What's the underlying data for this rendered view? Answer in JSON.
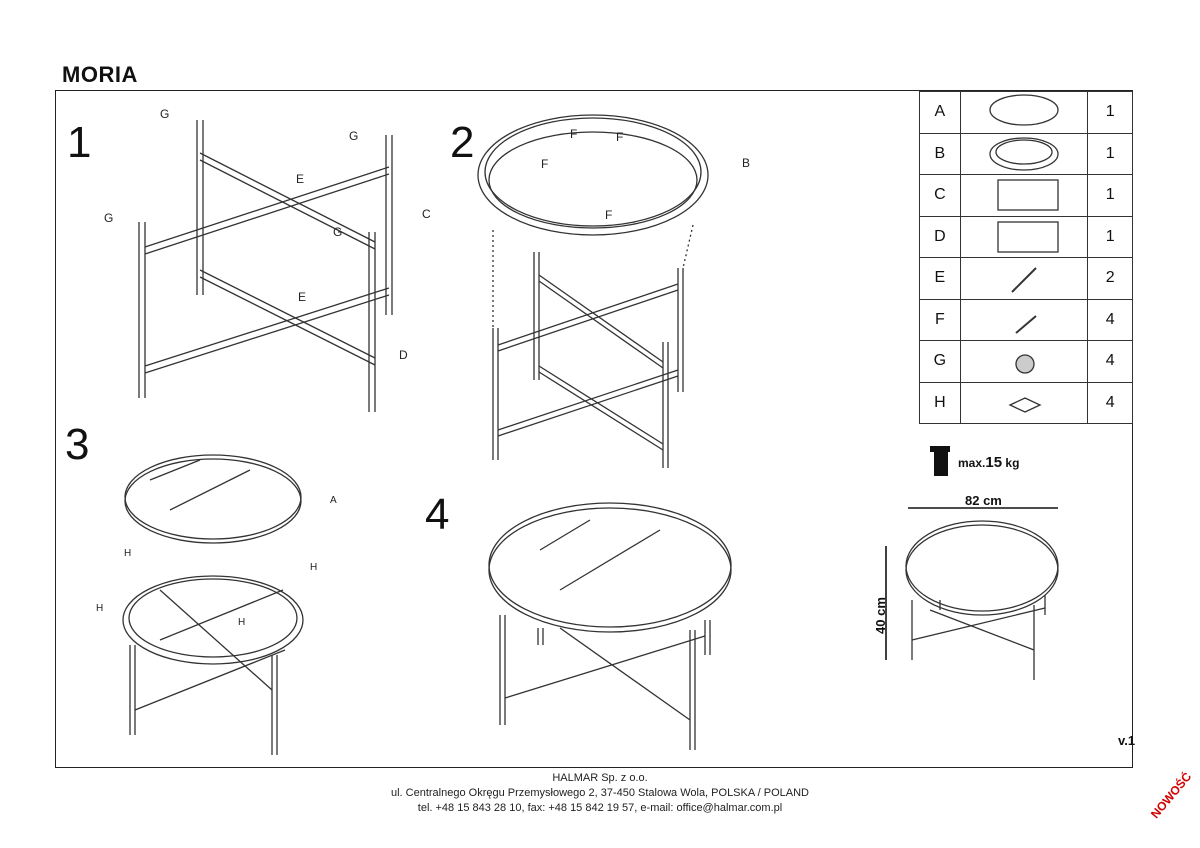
{
  "title": "MORIA",
  "steps": [
    "1",
    "2",
    "3",
    "4"
  ],
  "callouts": {
    "g": "G",
    "e": "E",
    "c": "C",
    "d": "D",
    "b": "B",
    "f": "F",
    "a": "A",
    "h": "H"
  },
  "parts": [
    {
      "letter": "A",
      "icon": "glass-top-icon",
      "qty": "1"
    },
    {
      "letter": "B",
      "icon": "tray-ring-icon",
      "qty": "1"
    },
    {
      "letter": "C",
      "icon": "frame-c-icon",
      "qty": "1"
    },
    {
      "letter": "D",
      "icon": "frame-d-icon",
      "qty": "1"
    },
    {
      "letter": "E",
      "icon": "screw-long-icon",
      "qty": "2"
    },
    {
      "letter": "F",
      "icon": "screw-short-icon",
      "qty": "4"
    },
    {
      "letter": "G",
      "icon": "foot-cap-icon",
      "qty": "4"
    },
    {
      "letter": "H",
      "icon": "pad-icon",
      "qty": "4"
    }
  ],
  "max_load": {
    "prefix": "max.",
    "value": "15",
    "unit": "kg"
  },
  "dimensions": {
    "width": "82 cm",
    "height": "40 cm"
  },
  "version": "v.1",
  "footer": {
    "company": "HALMAR Sp. z o.o.",
    "address": "ul. Centralnego Okręgu Przemysłowego 2, 37-450 Stalowa Wola, POLSKA / POLAND",
    "contact": "tel. +48 15 843 28 10, fax: +48 15 842 19 57, e-mail: office@halmar.com.pl"
  },
  "badge": "NOWOŚĆ"
}
